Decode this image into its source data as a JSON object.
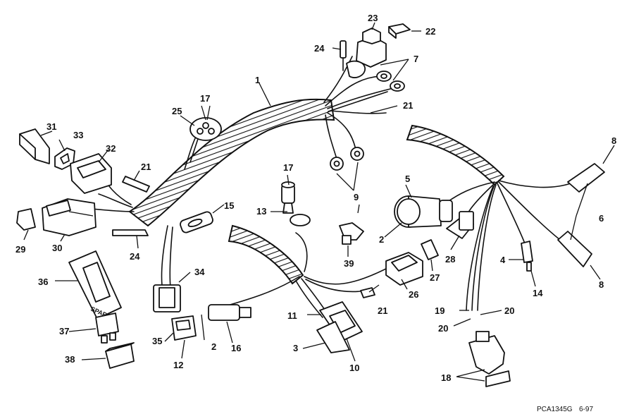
{
  "callouts": [
    "1",
    "2",
    "3",
    "4",
    "5",
    "6",
    "7",
    "8",
    "9",
    "10",
    "11",
    "12",
    "13",
    "14",
    "15",
    "16",
    "17",
    "18",
    "19",
    "20",
    "21",
    "22",
    "23",
    "24",
    "25",
    "26",
    "27",
    "28",
    "29",
    "30",
    "31",
    "32",
    "33",
    "34",
    "35",
    "36",
    "37",
    "38",
    "39"
  ],
  "spare_text": "SPARE",
  "footer": {
    "code": "PCA1345G",
    "date": "6-97"
  }
}
